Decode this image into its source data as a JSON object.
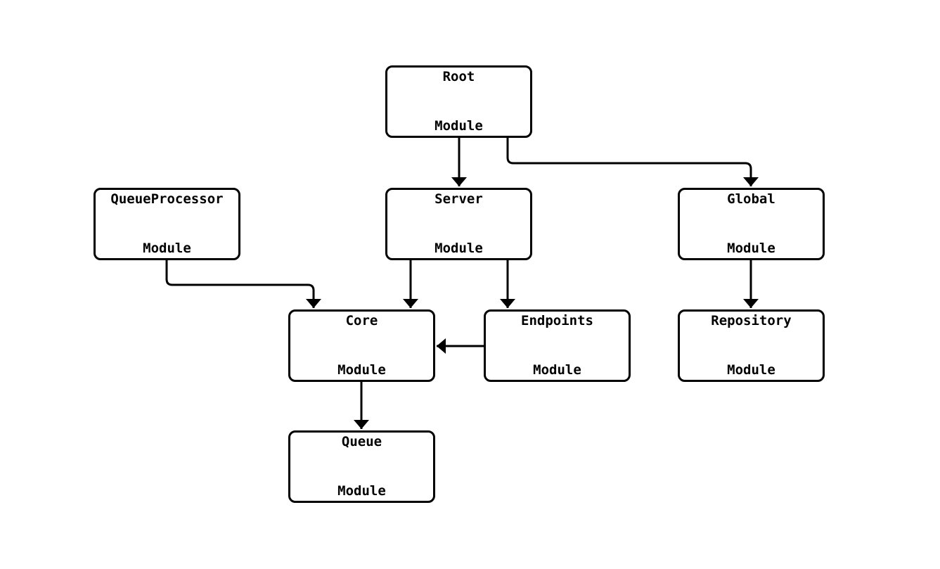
{
  "diagram": {
    "background_color": "#ffffff",
    "node_fill_color": "#ffffff",
    "node_border_color": "#000000",
    "text_color": "#000000",
    "edge_color": "#000000",
    "nodes": [
      {
        "id": "root",
        "line1": "Root",
        "line2": "Module"
      },
      {
        "id": "queueprocessor",
        "line1": "QueueProcessor",
        "line2": "Module"
      },
      {
        "id": "server",
        "line1": "Server",
        "line2": "Module"
      },
      {
        "id": "global",
        "line1": "Global",
        "line2": "Module"
      },
      {
        "id": "core",
        "line1": "Core",
        "line2": "Module"
      },
      {
        "id": "endpoints",
        "line1": "Endpoints",
        "line2": "Module"
      },
      {
        "id": "repository",
        "line1": "Repository",
        "line2": "Module"
      },
      {
        "id": "queue",
        "line1": "Queue",
        "line2": "Module"
      }
    ],
    "edges": [
      {
        "from": "Root Module",
        "to": "Server Module"
      },
      {
        "from": "Root Module",
        "to": "Global Module"
      },
      {
        "from": "QueueProcessor Module",
        "to": "Core Module"
      },
      {
        "from": "Server Module",
        "to": "Core Module"
      },
      {
        "from": "Server Module",
        "to": "Endpoints Module"
      },
      {
        "from": "Global Module",
        "to": "Repository Module"
      },
      {
        "from": "Endpoints Module",
        "to": "Core Module"
      },
      {
        "from": "Core Module",
        "to": "Queue Module"
      }
    ]
  }
}
